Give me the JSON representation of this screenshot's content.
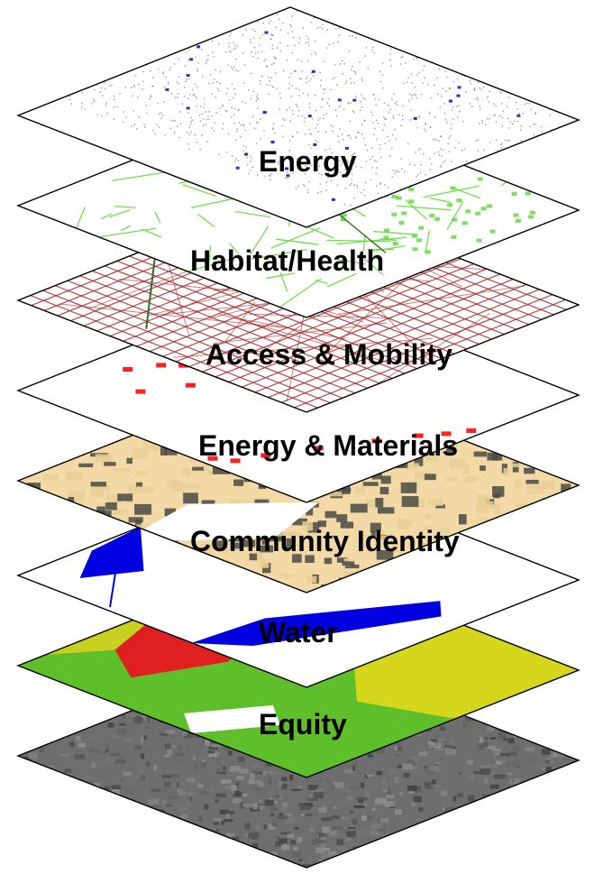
{
  "diagram": {
    "layers": [
      {
        "id": "energy",
        "label": "Energy",
        "fill": "#ffffff",
        "mark_color": "#555555",
        "style": "dots"
      },
      {
        "id": "habitat-health",
        "label": "Habitat/Health",
        "fill": "#ffffff",
        "mark_color": "#6fe04a",
        "style": "green-network"
      },
      {
        "id": "access-mobility",
        "label": "Access & Mobility",
        "fill": "#ffffff",
        "mark_color": "#a52a2a",
        "style": "road-network"
      },
      {
        "id": "energy-materials",
        "label": "Energy  & Materials",
        "fill": "#ffffff",
        "mark_color": "#ff1f1f",
        "style": "red-markers"
      },
      {
        "id": "community-identity",
        "label": "Community Identity",
        "fill": "#f2d9a6",
        "mark_color": "#4a4a44",
        "style": "parcels"
      },
      {
        "id": "water",
        "label": "Water",
        "fill": "#ffffff",
        "mark_color": "#0000e0",
        "style": "water"
      },
      {
        "id": "equity",
        "label": "Equity",
        "fill": "#5fbf2a",
        "mark_color": "#e02020",
        "style": "zones"
      },
      {
        "id": "base-imagery",
        "label": "",
        "fill": "#6e6e6e",
        "mark_color": "#3a3a3a",
        "style": "aerial"
      }
    ]
  }
}
